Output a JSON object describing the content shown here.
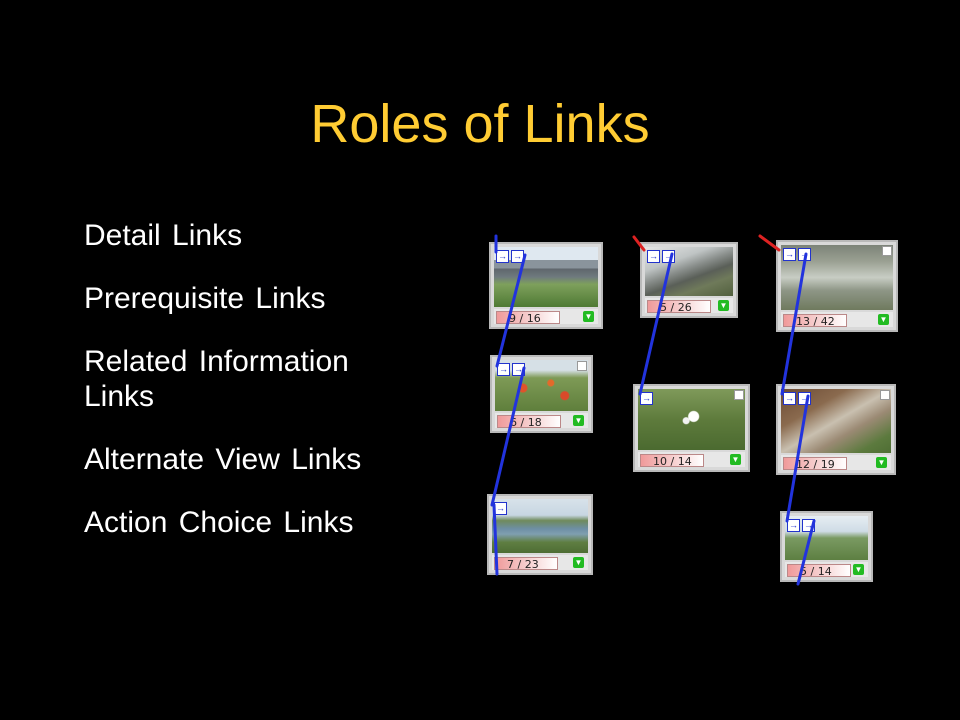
{
  "slide": {
    "title": "Roles of Links",
    "bullets": [
      "Detail Links",
      "Prerequisite Links",
      "Related Information Links",
      "Alternate View Links",
      "Action Choice Links"
    ]
  },
  "cards": [
    {
      "scene": "highway bridge",
      "count": "9 / 16"
    },
    {
      "scene": "highway bridge",
      "count": "5 / 26"
    },
    {
      "scene": "under bridge",
      "count": "13 / 42"
    },
    {
      "scene": "wildflower field",
      "count": "6 / 18"
    },
    {
      "scene": "white flowers in grass",
      "count": "10 / 14"
    },
    {
      "scene": "eroded bank",
      "count": "12 / 19"
    },
    {
      "scene": "pond",
      "count": "7 / 23"
    },
    {
      "scene": "grass and sky",
      "count": "5 / 14"
    }
  ],
  "colors": {
    "title": "#ffcc33",
    "text": "#ffffff",
    "background": "#000000",
    "link_line": "#2233dd",
    "link_line_red": "#dd2222"
  },
  "icons": {
    "nav": "arrow-box-icon",
    "download": "green-chevron-down-icon"
  }
}
